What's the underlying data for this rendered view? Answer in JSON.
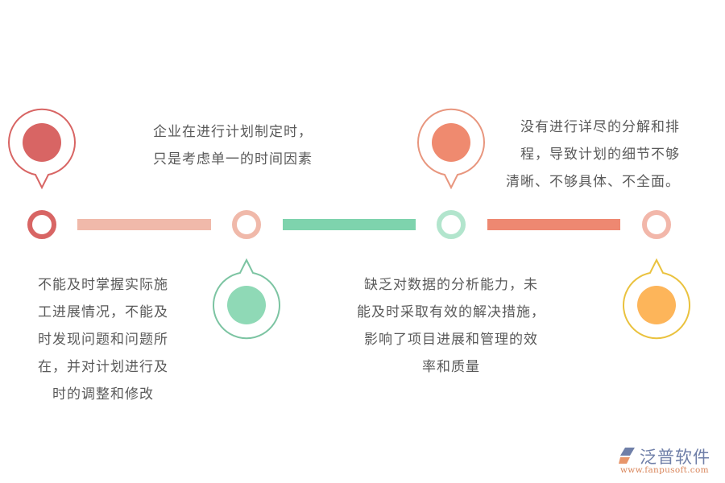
{
  "diagram": {
    "type": "timeline",
    "colors": {
      "pin1": "#D86564",
      "pin2": "#7CC4A2",
      "pin2_fill": "#8FD9B6",
      "pin3_stroke": "#E8967E",
      "pin3_fill": "#EF8A6F",
      "pin4_stroke": "#EAC23E",
      "pin4_fill": "#FDB55A",
      "ring1": "#D86564",
      "ring2": "#F0B9AA",
      "ring3": "#B2E5CD",
      "ring4": "#F2B7AA",
      "bar1": "#F0B9AA",
      "bar2": "#7ED3AD",
      "bar3": "#EE8871"
    },
    "items": [
      {
        "id": 1,
        "position": "top",
        "lines": [
          "企业在进行计划制定时，",
          "只是考虑单一的时间因素"
        ]
      },
      {
        "id": 2,
        "position": "bottom",
        "lines": [
          "不能及时掌握实际施",
          "工进展情况，不能及",
          "时发现问题和问题所",
          "在，并对计划进行及",
          "时的调整和修改"
        ]
      },
      {
        "id": 3,
        "position": "top",
        "lines": [
          "没有进行详尽的分解和排",
          "程，导致计划的细节不够",
          "清晰、不够具体、不全面。"
        ]
      },
      {
        "id": 4,
        "position": "bottom",
        "lines": [
          "缺乏对数据的分析能力，未",
          "能及时采取有效的解决措施，",
          "影响了项目进展和管理的效",
          "率和质量"
        ]
      }
    ]
  },
  "logo": {
    "brand": "泛普软件",
    "url": "www.fanpusoft.com"
  }
}
